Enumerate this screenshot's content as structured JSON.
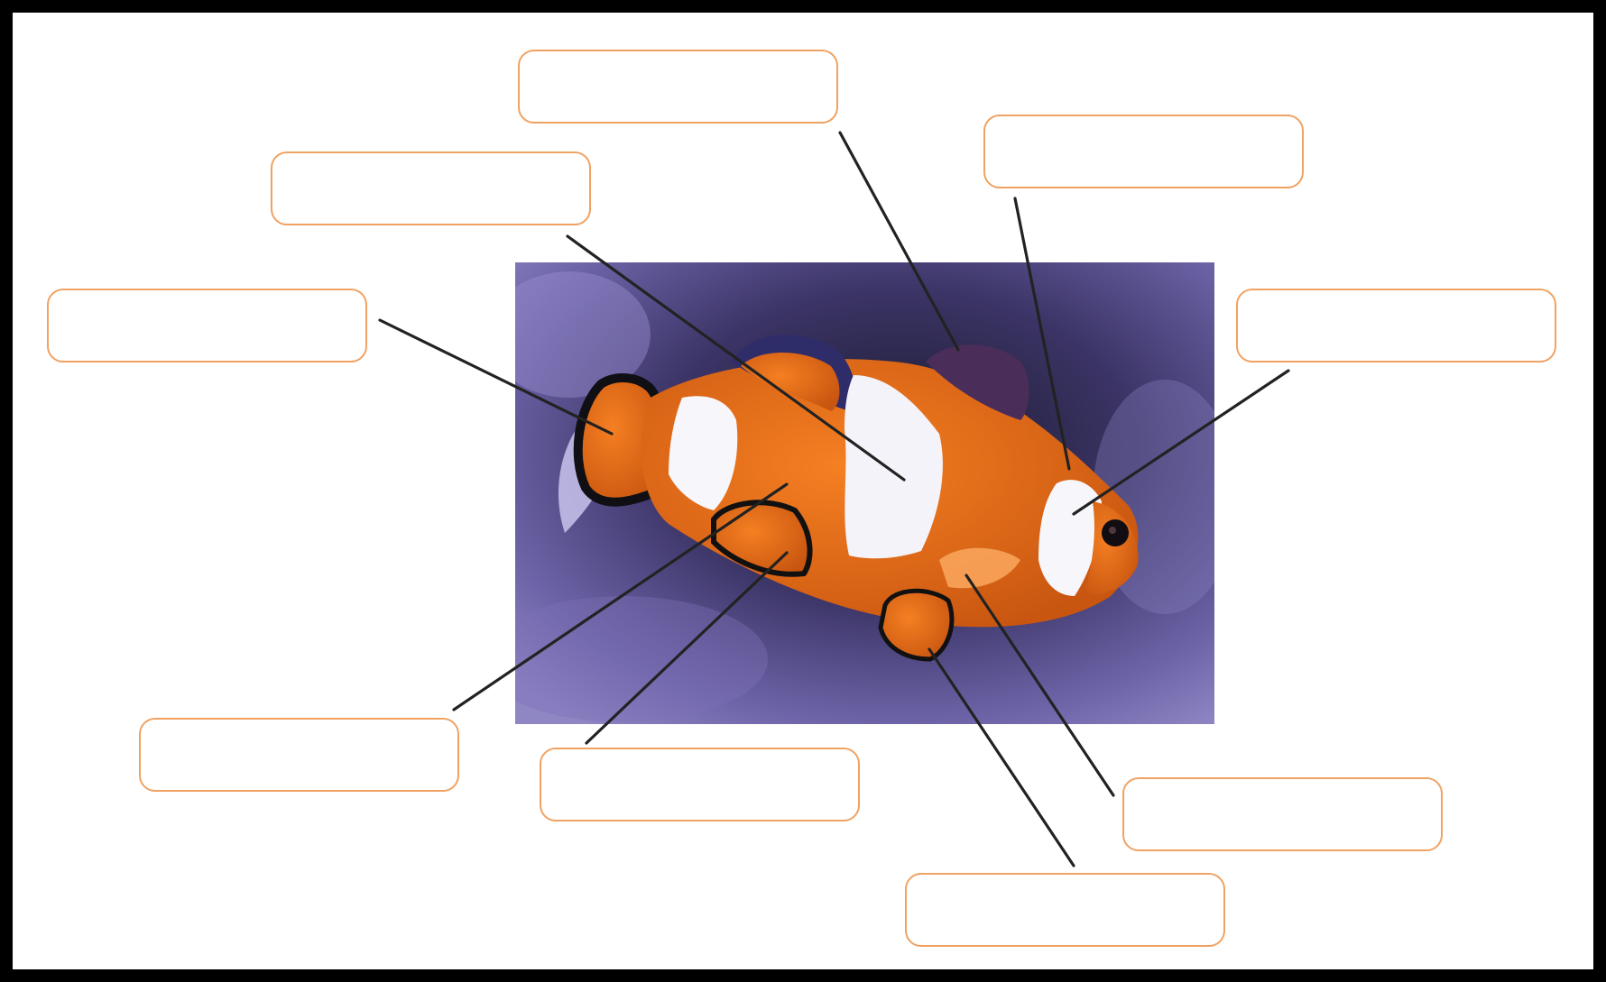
{
  "diagram": {
    "image_subject": "clownfish",
    "colors": {
      "frame": "#000000",
      "label_border": "#f0a262",
      "leader_line": "#222222",
      "fish_orange": "#ef6e16",
      "fish_white": "#ffffff",
      "fish_black": "#111111",
      "background_purple": "#6a5f9a"
    },
    "labels": [
      {
        "id": "dorsal-fin-front",
        "text": ""
      },
      {
        "id": "dorsal-fin-back",
        "text": ""
      },
      {
        "id": "head-band",
        "text": ""
      },
      {
        "id": "caudal-fin",
        "text": ""
      },
      {
        "id": "gill-band",
        "text": ""
      },
      {
        "id": "pelvic-region",
        "text": ""
      },
      {
        "id": "anal-fin",
        "text": ""
      },
      {
        "id": "pectoral-fin",
        "text": ""
      },
      {
        "id": "pelvic-fin",
        "text": ""
      }
    ]
  }
}
